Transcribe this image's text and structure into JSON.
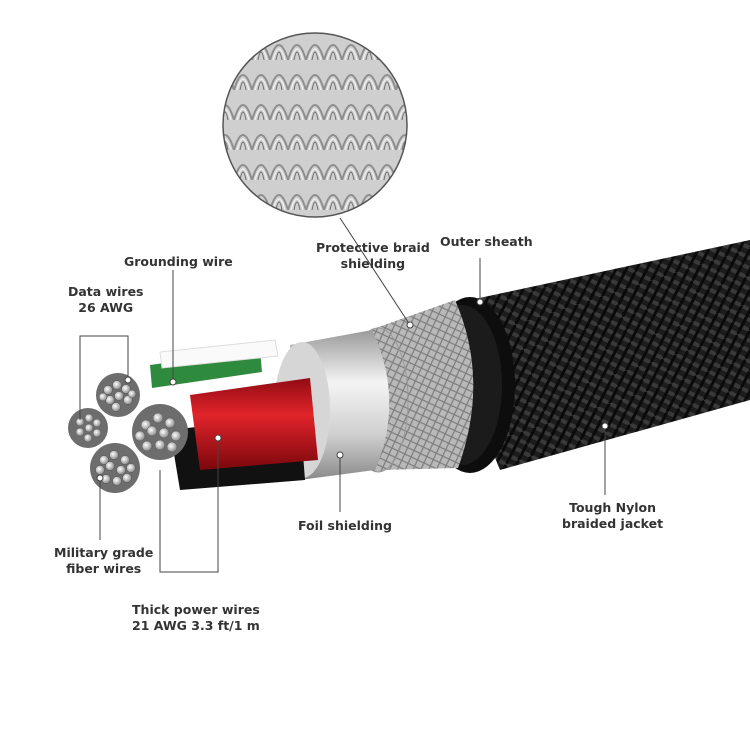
{
  "labels": {
    "grounding": {
      "line1": "Grounding wire"
    },
    "data_wires": {
      "line1": "Data wires",
      "line2": "26 AWG"
    },
    "protective_braid": {
      "line1": "Protective braid",
      "line2": "shielding"
    },
    "outer_sheath": {
      "line1": "Outer sheath"
    },
    "foil": {
      "line1": "Foil shielding"
    },
    "nylon": {
      "line1": "Tough Nylon",
      "line2": "braided jacket"
    },
    "fiber": {
      "line1": "Military grade",
      "line2": "fiber wires"
    },
    "power": {
      "line1": "Thick power wires",
      "line2": "21 AWG 3.3 ft/1 m"
    }
  },
  "colors": {
    "jacket": "#1a1a1a",
    "sheath": "#0d0d0d",
    "braid_shield": "#b8b8b8",
    "foil": "#d9d9d9",
    "power_red": "#c8141c",
    "ground_green": "#2e8b3e",
    "copper": "#c9c9c9"
  }
}
